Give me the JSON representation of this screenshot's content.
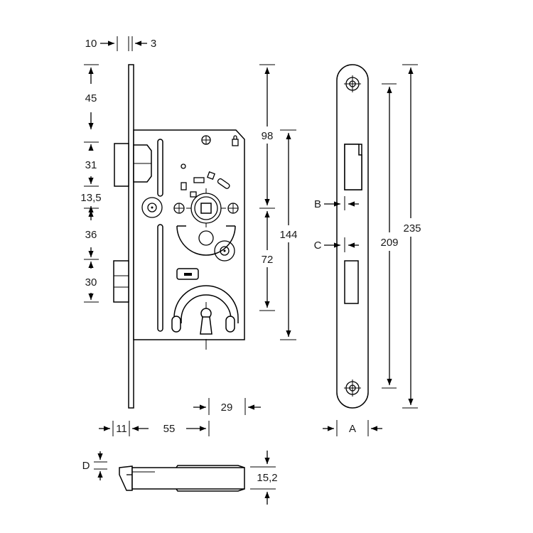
{
  "dimensions": {
    "plate_offset": "10",
    "plate_thickness": "3",
    "top_to_latch": "45",
    "latch_height": "31",
    "latch_to_spindle": "13,5",
    "spindle_to_bolt": "36",
    "bolt_height": "30",
    "follower_to_cylinder": "98",
    "case_height": "144",
    "spindle_to_cylinder": "72",
    "spindle_square": "29",
    "plate_projection": "11",
    "backset": "55",
    "faceplate_screw_spacing": "209",
    "faceplate_length": "235",
    "width_a": "A",
    "latch_cutout_b": "B",
    "bolt_cutout_c": "C",
    "plate_d": "D",
    "case_depth": "15,2"
  }
}
